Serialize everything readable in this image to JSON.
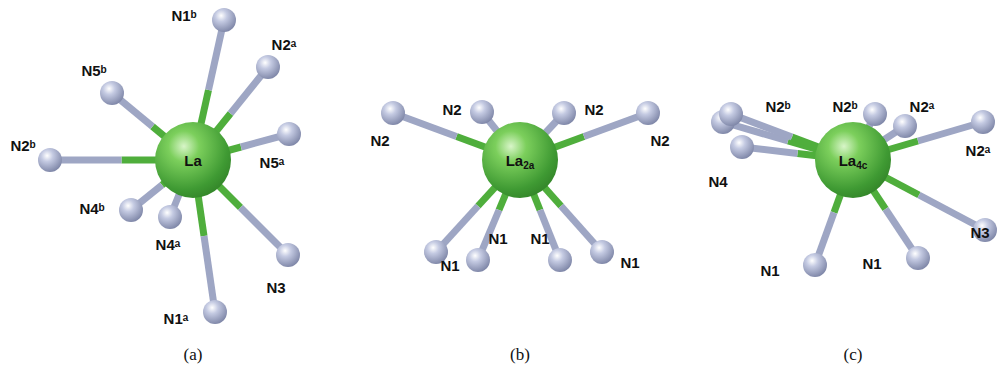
{
  "diagram": {
    "nodes": [
      {
        "text": [
          "La"
        ]
      },
      {
        "text": [
          "La",
          "2a"
        ]
      },
      {
        "text": [
          "La",
          "4c"
        ]
      }
    ],
    "labels": [
      "N1ᵇ",
      "N2ᵃ",
      "N5ᵇ",
      "N2ᵇ",
      "N5ᵃ",
      "N4ᵇ",
      "N4ᵃ",
      "N3",
      "N1ᵃ",
      "N2",
      "N2",
      "N2",
      "N2",
      "N1",
      "N1",
      "N1",
      "N1",
      "N2ᵇ",
      "N2ᵇ",
      "N2ᵃ",
      "N2ᵃ",
      "N4",
      "N3",
      "N1",
      "N1",
      "(a)",
      "(b)",
      "(c)"
    ]
  }
}
